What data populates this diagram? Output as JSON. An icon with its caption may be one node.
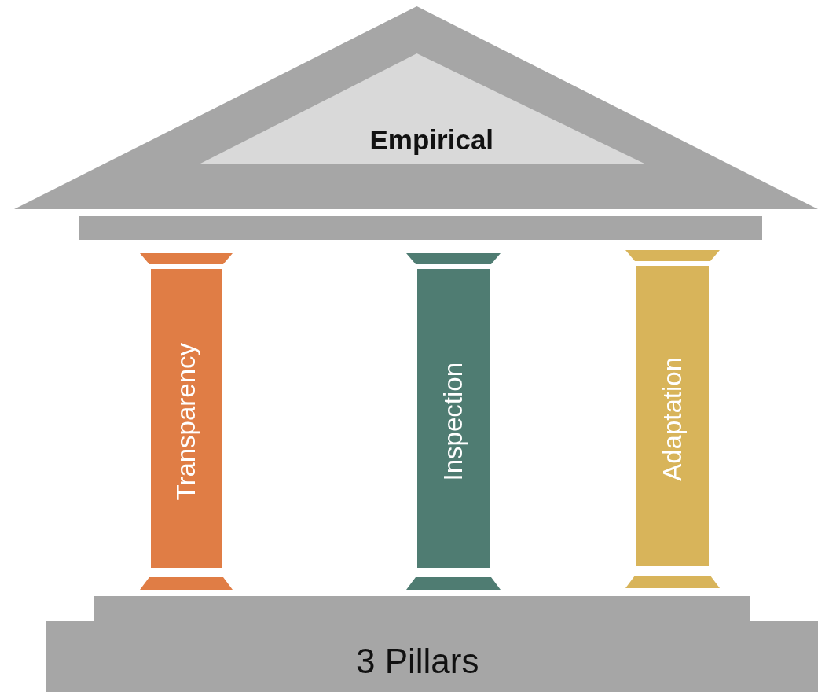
{
  "diagram": {
    "nodes": [
      {
        "text": [
          "Empirical"
        ]
      },
      {
        "text": [],
        "shape": "bar"
      },
      {
        "text": [
          "Transparency"
        ]
      },
      {
        "text": [
          "Inspection"
        ]
      },
      {
        "text": [
          "Adaptation"
        ]
      },
      {
        "text": [
          "3 Pillars"
        ]
      }
    ]
  }
}
